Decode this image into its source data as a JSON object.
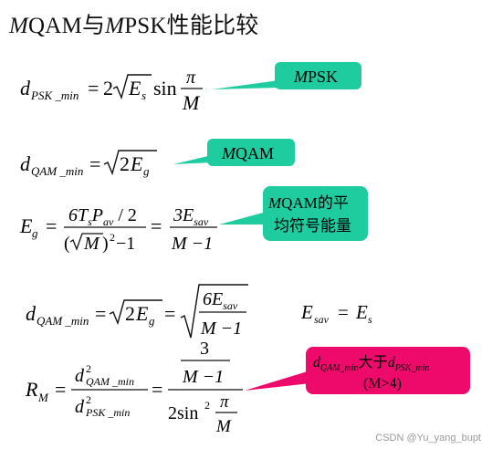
{
  "title": {
    "prefix_italic": "M",
    "text1": "QAM与",
    "mid_italic": "M",
    "text2": "PSK性能比较"
  },
  "callouts": {
    "mpsk": {
      "italic": "M",
      "text": "PSK"
    },
    "mqam": {
      "italic": "M",
      "text": "QAM"
    },
    "avg_energy": {
      "line1_italic": "M",
      "line1_text": "QAM的平",
      "line2": "均符号能量"
    },
    "ratio": {
      "line1_a": "d",
      "line1_a_sub": "QAM_min",
      "line1_mid": "大于",
      "line1_b": "d",
      "line1_b_sub": "PSK_min",
      "line2": "(M>4)"
    }
  },
  "equations": {
    "eq1": {
      "lhs": "d",
      "lhs_sub": "PSK _min",
      "eq": "=",
      "coef": "2",
      "rad": "E",
      "rad_sub": "s",
      "fn": "sin",
      "num": "π",
      "den": "M"
    },
    "eq2": {
      "lhs": "d",
      "lhs_sub": "QAM _min",
      "eq": "=",
      "rad_coef": "2",
      "rad": "E",
      "rad_sub": "g"
    },
    "eq3": {
      "lhs": "E",
      "lhs_sub": "g",
      "eq": "=",
      "num1_a": "6T",
      "num1_s": "s",
      "num1_p": "P",
      "num1_av": "av",
      "num1_tail": " / 2",
      "den1_open": "(",
      "den1_m": "M",
      "den1_close": ")",
      "den1_exp": "2",
      "den1_tail": " −1",
      "eq2": "=",
      "num2": "3E",
      "num2_sub": "sav",
      "den2": "M −1"
    },
    "eq4": {
      "lhs": "d",
      "lhs_sub": "QAM _min",
      "eq": "=",
      "rad_coef": "2",
      "rad": "E",
      "rad_sub": "g",
      "eq2": "=",
      "num": "6E",
      "num_sub": "sav",
      "den": "M −1",
      "side_lhs": "E",
      "side_lhs_sub": "sav",
      "side_eq": "=",
      "side_rhs": "E",
      "side_rhs_sub": "s"
    },
    "eq5": {
      "lhs": "R",
      "lhs_sub": "M",
      "eq": "=",
      "num": "d",
      "num_sup": "2",
      "num_sub": "QAM _min",
      "den": "d",
      "den_sup": "2",
      "den_sub": "PSK _min",
      "eq2": "=",
      "top": "3",
      "top_den": "M −1",
      "bot_coef": "2sin",
      "bot_sup": "2",
      "bot_num": "π",
      "bot_den": "M"
    }
  },
  "watermark": "CSDN @Yu_yang_bupt",
  "colors": {
    "teal": "#1fcc9f",
    "magenta": "#ee0a6a",
    "text": "#111111",
    "watermark": "#9a9a9a"
  }
}
